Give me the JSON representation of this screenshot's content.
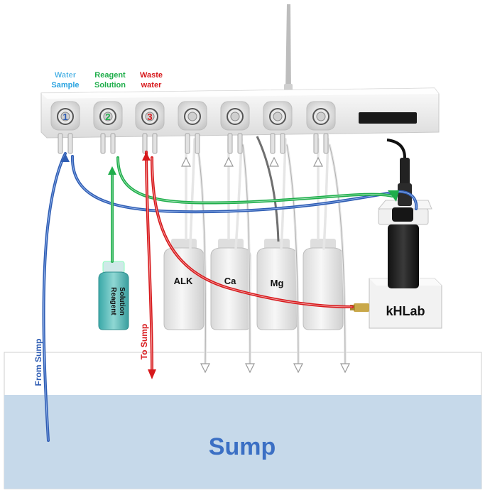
{
  "colors": {
    "water": "#2f5db3",
    "reagent": "#1fae4b",
    "waste": "#d7191c",
    "sump_water": "#c6d9ea",
    "sump_text": "#3b6fc4"
  },
  "pump_labels": {
    "water": [
      "Water",
      "Sample"
    ],
    "reagent": [
      "Reagent",
      "Solution"
    ],
    "waste": [
      "Waste",
      "water"
    ]
  },
  "pump_numbers": [
    "1",
    "2",
    "3"
  ],
  "bottles": [
    "ALK",
    "Ca",
    "Mg"
  ],
  "reagent_bottle": [
    "Reagent",
    "Solution"
  ],
  "device": "kHLab",
  "from_sump": "From Sump",
  "to_sump": "To Sump",
  "sump": "Sump",
  "icons": [
    "antenna-icon",
    "pump-head-icon",
    "display-icon",
    "probe-icon",
    "bottle-icon",
    "arrow-icon"
  ]
}
